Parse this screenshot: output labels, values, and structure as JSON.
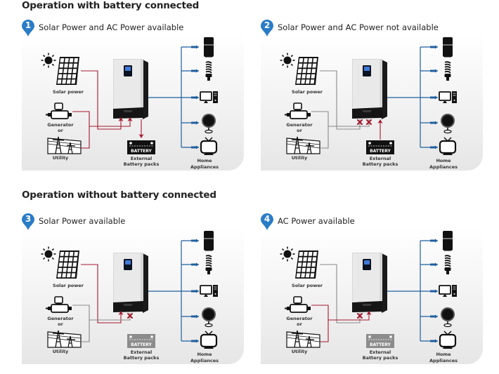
{
  "sections": [
    {
      "title": "Operation with battery connected"
    },
    {
      "title": "Operation without battery connected"
    }
  ],
  "colors": {
    "active_line": "#a6192e",
    "inactive_line": "#8a8a8a",
    "output_line": "#1f5f9e",
    "badge": "#2a7cc7",
    "battery_active": "#111111",
    "battery_inactive": "#8c8c8c"
  },
  "labels": {
    "solar": "Solar power",
    "generator": "Generator",
    "or": "or",
    "utility": "Utility",
    "battery_text": "BATTERY",
    "battery_line1": "External",
    "battery_line2": "Battery packs",
    "appliances": "Home Appliances"
  },
  "panels": [
    {
      "number": "1",
      "title": "Solar Power and AC Power available",
      "solar": "active",
      "ac": "active",
      "battery": "charging"
    },
    {
      "number": "2",
      "title": "Solar Power and AC Power not available",
      "solar": "blocked",
      "ac": "blocked",
      "battery": "discharging"
    },
    {
      "number": "3",
      "title": "Solar Power available",
      "solar": "active",
      "ac": "blocked",
      "battery": "absent"
    },
    {
      "number": "4",
      "title": "AC Power available",
      "solar": "blocked",
      "ac": "active",
      "battery": "absent"
    }
  ],
  "appliances": [
    "refrigerator-icon",
    "bulb-icon",
    "computer-icon",
    "fan-icon",
    "tv-icon"
  ]
}
